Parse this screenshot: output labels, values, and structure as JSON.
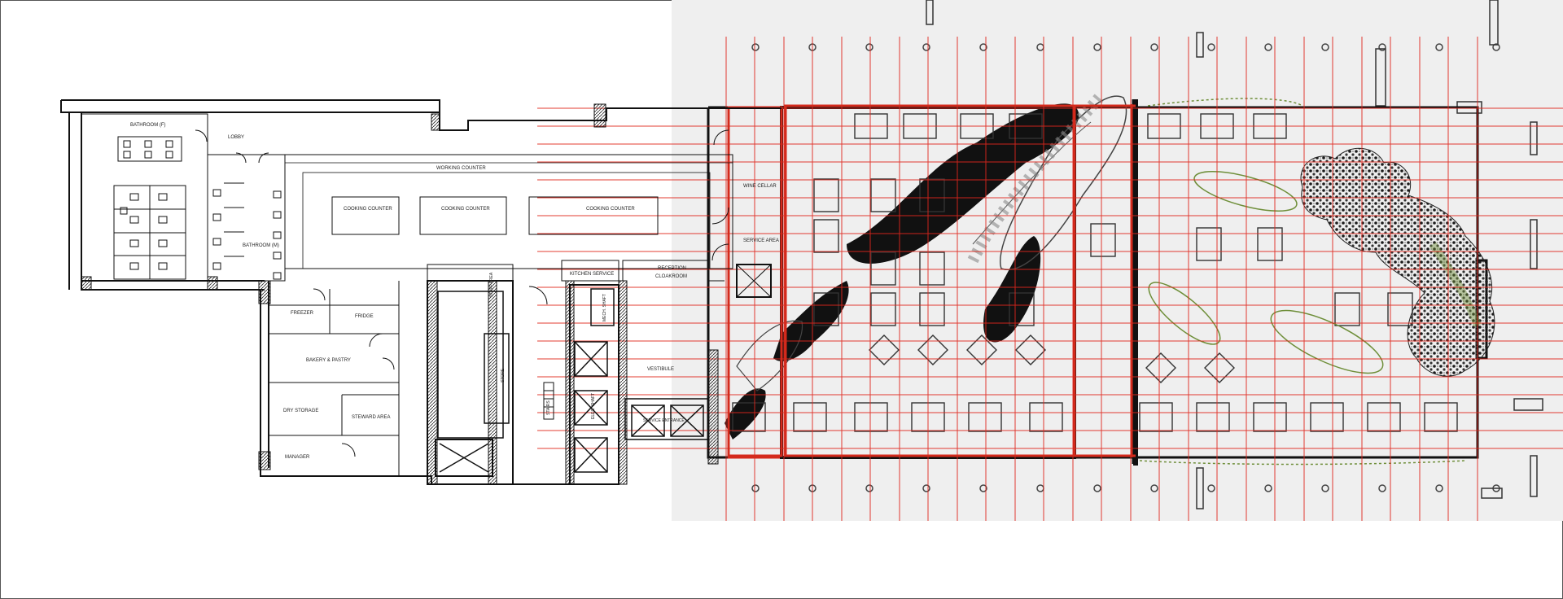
{
  "rooms": {
    "bathroom_f": "BATHROOM (F)",
    "bathroom_m": "BATHROOM (M)",
    "lobby": "LOBBY",
    "working_counter": "WORKING COUNTER",
    "cooking_counter_1": "COOKING COUNTER",
    "cooking_counter_2": "COOKING COUNTER",
    "cooking_counter_3": "COOKING COUNTER",
    "wine_cellar": "WINE CELLAR",
    "service_area": "SERVICE AREA",
    "kitchen_service": "KITCHEN SERVICE",
    "reception": "RECEPTION",
    "cloakroom": "CLOAKROOM",
    "freezer": "FREEZER",
    "fridge": "FRIDGE",
    "bakery_pastry": "BAKERY & PASTRY",
    "dry_storage": "DRY STORAGE",
    "steward_area": "STEWARD AREA",
    "manager": "MANAGER",
    "vestibule": "VESTIBULE",
    "mech_shaft": "MECH. SHAFT",
    "elec_shaft": "ELEC. SHAFT",
    "service_entrance": "SERVICE ENTRANCE",
    "store": "STORE",
    "staff_area": "STAFF AREA",
    "stairs": "STAIRS"
  },
  "colors": {
    "background": "#ffffff",
    "wall": "#111111",
    "grid_line": "#e0271c",
    "photo_bg": "#eeeeee",
    "landscape": "#6f8f3a"
  }
}
